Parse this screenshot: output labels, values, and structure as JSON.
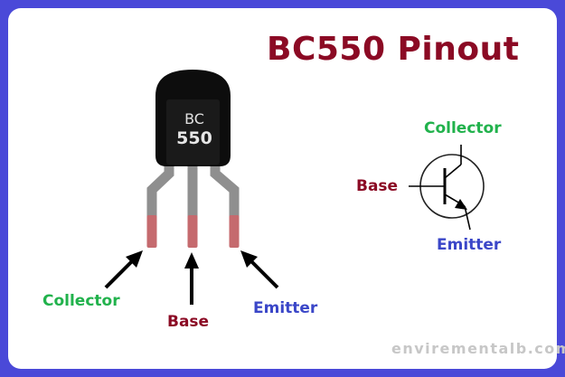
{
  "title": "BC550 Pinout",
  "package": {
    "marking_line1": "BC",
    "marking_line2": "550"
  },
  "pins": {
    "collector": "Collector",
    "base": "Base",
    "emitter": "Emitter"
  },
  "symbol": {
    "collector": "Collector",
    "base": "Base",
    "emitter": "Emitter"
  },
  "watermark": "envirementalb.com",
  "colors": {
    "background": "#4a49d8",
    "title": "#8b0a24",
    "collector": "#21b24c",
    "base": "#8b0a24",
    "emitter": "#3b47c8"
  }
}
